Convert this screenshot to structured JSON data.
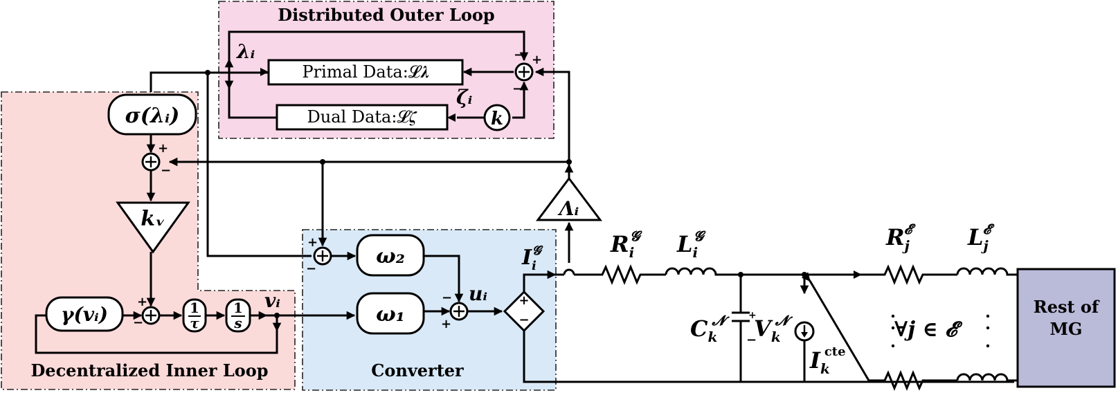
{
  "colors": {
    "outer_region": "#f8d7e8",
    "inner_region": "#fbdada",
    "converter_region": "#d9e9f8",
    "rest_box": "#babad9"
  },
  "regions": {
    "outer_loop_title": "Distributed Outer Loop",
    "inner_loop_title": "Decentralized Inner Loop",
    "converter_title": "Converter"
  },
  "blocks": {
    "primal_data": "Primal Data:𝓛𝝀",
    "dual_data": "Dual Data:𝓛𝜻",
    "gain_k": "k",
    "sigma": "σ(λᵢ)",
    "gamma": "γ(vᵢ)",
    "kv": "kᵥ",
    "inv_tau_num": "1",
    "inv_tau_den": "τ",
    "inv_s_num": "1",
    "inv_s_den": "s",
    "omega1": "ω₁",
    "omega2": "ω₂",
    "lambda_gain": "Λᵢ",
    "rest_of_mg": [
      "Rest of",
      "MG"
    ]
  },
  "signals": {
    "lambda_i": "λᵢ",
    "zeta_i": "ζᵢ",
    "v_i": "vᵢ",
    "u_i": "uᵢ",
    "i_g": "I",
    "i_g_sub": "i",
    "i_g_sup": "𝓖"
  },
  "circuit": {
    "r_g": "R",
    "r_g_sub": "i",
    "r_g_sup": "𝓖",
    "l_g": "L",
    "l_g_sub": "i",
    "l_g_sup": "𝓖",
    "r_e": "R",
    "r_e_sub": "j",
    "r_e_sup": "𝓔",
    "l_e": "L",
    "l_e_sub": "j",
    "l_e_sup": "𝓔",
    "c": "C",
    "c_sub": "k",
    "c_sup": "𝓝",
    "v": "V",
    "v_sub": "k",
    "v_sup": "𝓝",
    "i_cte": "I",
    "i_cte_sub": "k",
    "i_cte_sup": "cte",
    "forall": "∀j ∈ 𝓔"
  },
  "signs": {
    "plus": "+",
    "minus": "−"
  }
}
